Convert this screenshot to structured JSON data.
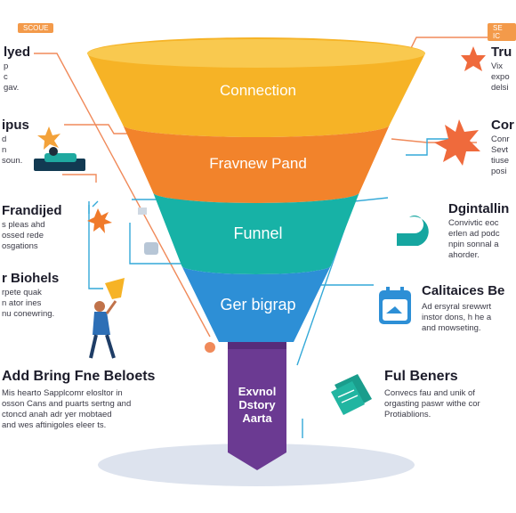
{
  "funnel": {
    "stages": [
      {
        "label": "Connection",
        "color": "#f6b326"
      },
      {
        "label": "Fravnew Pand",
        "color": "#f2832b"
      },
      {
        "label": "Funnel",
        "color": "#17b2a6"
      },
      {
        "label": "Ger bigrap",
        "color": "#2d8fd6"
      }
    ],
    "spout": {
      "label": "Exvnol\nDstory\nAarta",
      "color": "#6b3a92"
    }
  },
  "tags": {
    "left": "SCOUE",
    "right": "SE IC"
  },
  "left_items": [
    {
      "title": "lyed",
      "body": "p\nc\ngav."
    },
    {
      "title": "ipus",
      "body": "d\nn\nsoun."
    },
    {
      "title": "Frandijed",
      "body": "s pleas ahd\nossed rede\nosgations"
    },
    {
      "title": "r Biohels",
      "body": "rpete quak\nn ator ines\nnu conewring."
    },
    {
      "title": "Add Bring Fne Beloets",
      "body": "Mis hearto Sapplcomr elosltor in\nosson Cans and puarts sertng and\nctoncd anah adr yer mobtaed\nand wes aftinigoles eleer ts."
    }
  ],
  "right_items": [
    {
      "title": "Tru",
      "body": "Vix\nexpo\ndelsi"
    },
    {
      "title": "Cor",
      "body": "Conr\nSevt\ntiuse\nposi"
    },
    {
      "title": "Dgintallin",
      "body": "Convivtic eoc\nerlen ad podc\nnpin sonnal a\nahorder."
    },
    {
      "title": "Calitaices Be",
      "body": "Ad ersyral srewwrt\ninstor dons, h he a\nand mowseting."
    },
    {
      "title": "Ful Beners",
      "body": "Convecs fau and unik of\norgasting paswr withe cor\nProtiablions."
    }
  ]
}
